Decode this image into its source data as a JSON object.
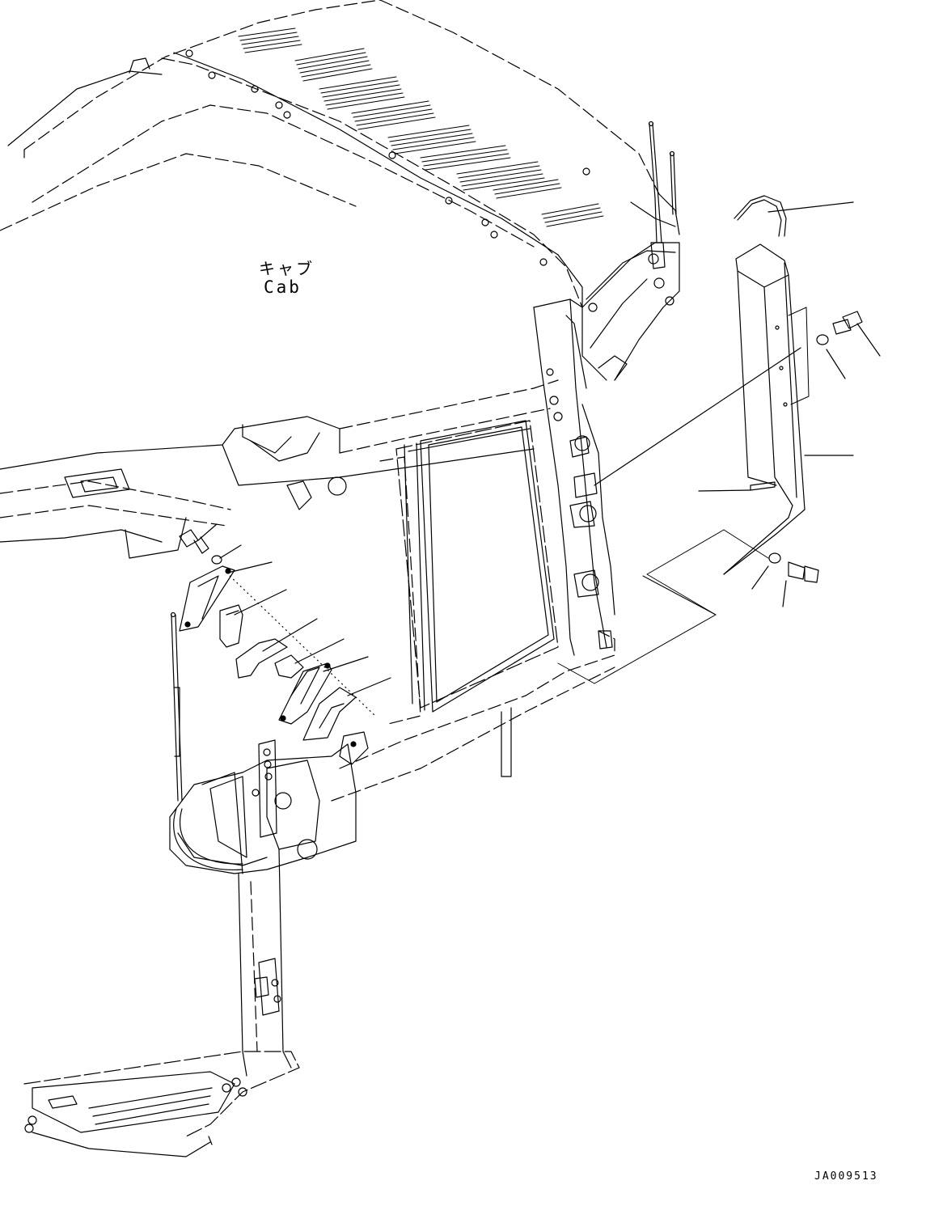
{
  "figure": {
    "label_jp": "キャブ",
    "label_en": "Cab",
    "drawing_number": "JA009513"
  }
}
